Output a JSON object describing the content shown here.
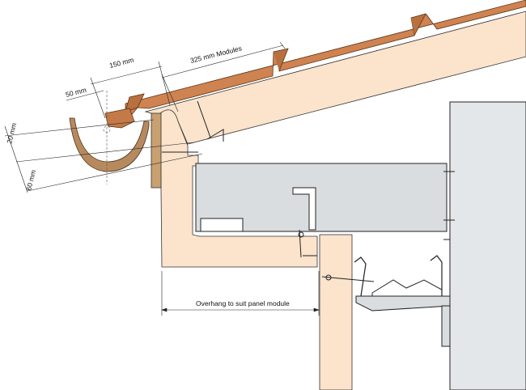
{
  "dimensions": {
    "module": "325 mm Modules",
    "d150": "150 mm",
    "d50": "50 mm",
    "d20": "20 mm",
    "d60": "60 mm",
    "overhang": "Overhang to suit panel module"
  },
  "colors": {
    "tile": "#cf8350",
    "tile_shadow": "#a85f2f",
    "timber": "#fbe3cc",
    "gutter": "#b78a5e",
    "steel": "#d9dde0",
    "wall": "#e4e7e9",
    "line": "#222222"
  }
}
